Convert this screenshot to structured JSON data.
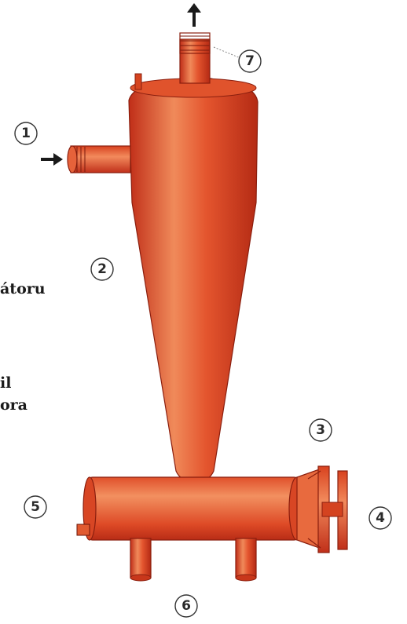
{
  "side_text": [
    "átoru",
    "il",
    "ora"
  ],
  "callouts": [
    "1",
    "2",
    "3",
    "4",
    "5",
    "6",
    "7"
  ],
  "colors": {
    "body_dark": "#c8321c",
    "body_mid": "#e4502c",
    "body_light": "#f38a5c",
    "outline": "#8a1e0e",
    "arrow": "#1a1a1a"
  },
  "icons": {
    "inlet_arrow": "arrow-right-icon",
    "outlet_arrow": "arrow-up-icon"
  }
}
